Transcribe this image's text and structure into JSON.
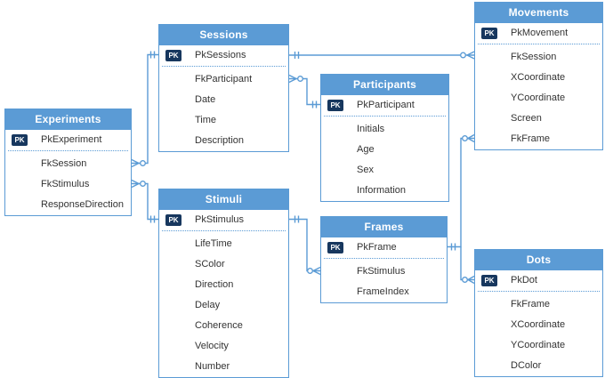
{
  "pk_label": "PK",
  "tables": [
    {
      "name": "Experiments",
      "pk_field": "PkExperiment",
      "fields": [
        "FkSession",
        "FkStimulus",
        "ResponseDirection"
      ]
    },
    {
      "name": "Sessions",
      "pk_field": "PkSessions",
      "fields": [
        "FkParticipant",
        "Date",
        "Time",
        "Description"
      ]
    },
    {
      "name": "Participants",
      "pk_field": "PkParticipant",
      "fields": [
        "Initials",
        "Age",
        "Sex",
        "Information"
      ]
    },
    {
      "name": "Movements",
      "pk_field": "PkMovement",
      "fields": [
        "FkSession",
        "XCoordinate",
        "YCoordinate",
        "Screen",
        "FkFrame"
      ]
    },
    {
      "name": "Stimuli",
      "pk_field": "PkStimulus",
      "fields": [
        "LifeTime",
        "SColor",
        "Direction",
        "Delay",
        "Coherence",
        "Velocity",
        "Number"
      ]
    },
    {
      "name": "Frames",
      "pk_field": "PkFrame",
      "fields": [
        "FkStimulus",
        "FrameIndex"
      ]
    },
    {
      "name": "Dots",
      "pk_field": "PkDot",
      "fields": [
        "FkFrame",
        "XCoordinate",
        "YCoordinate",
        "DColor"
      ]
    }
  ],
  "relationships": [
    {
      "from_table": "Experiments",
      "from_field": "FkSession",
      "to_table": "Sessions",
      "to_field": "PkSessions",
      "from_end": "zero-or-many",
      "to_end": "one"
    },
    {
      "from_table": "Experiments",
      "from_field": "FkStimulus",
      "to_table": "Stimuli",
      "to_field": "PkStimulus",
      "from_end": "zero-or-many",
      "to_end": "one"
    },
    {
      "from_table": "Sessions",
      "from_field": "FkParticipant",
      "to_table": "Participants",
      "to_field": "PkParticipant",
      "from_end": "zero-or-many",
      "to_end": "one"
    },
    {
      "from_table": "Movements",
      "from_field": "FkSession",
      "to_table": "Sessions",
      "to_field": "PkSessions",
      "from_end": "zero-or-many",
      "to_end": "one"
    },
    {
      "from_table": "Frames",
      "from_field": "FkStimulus",
      "to_table": "Stimuli",
      "to_field": "PkStimulus",
      "from_end": "zero-or-many",
      "to_end": "one"
    },
    {
      "from_table": "Movements",
      "from_field": "FkFrame",
      "to_table": "Frames",
      "to_field": "PkFrame",
      "from_end": "zero-or-many",
      "to_end": "one"
    },
    {
      "from_table": "Dots",
      "from_field": "FkFrame",
      "to_table": "Frames",
      "to_field": "PkFrame",
      "from_end": "zero-or-many",
      "to_end": "one"
    }
  ],
  "colors": {
    "header_bg": "#5b9bd5",
    "header_text": "#ffffff",
    "border": "#5b9bd5",
    "connector": "#5b9bd5",
    "pk_badge_bg": "#17375e",
    "pk_badge_text": "#ffffff",
    "field_text": "#333333",
    "background": "#ffffff"
  }
}
